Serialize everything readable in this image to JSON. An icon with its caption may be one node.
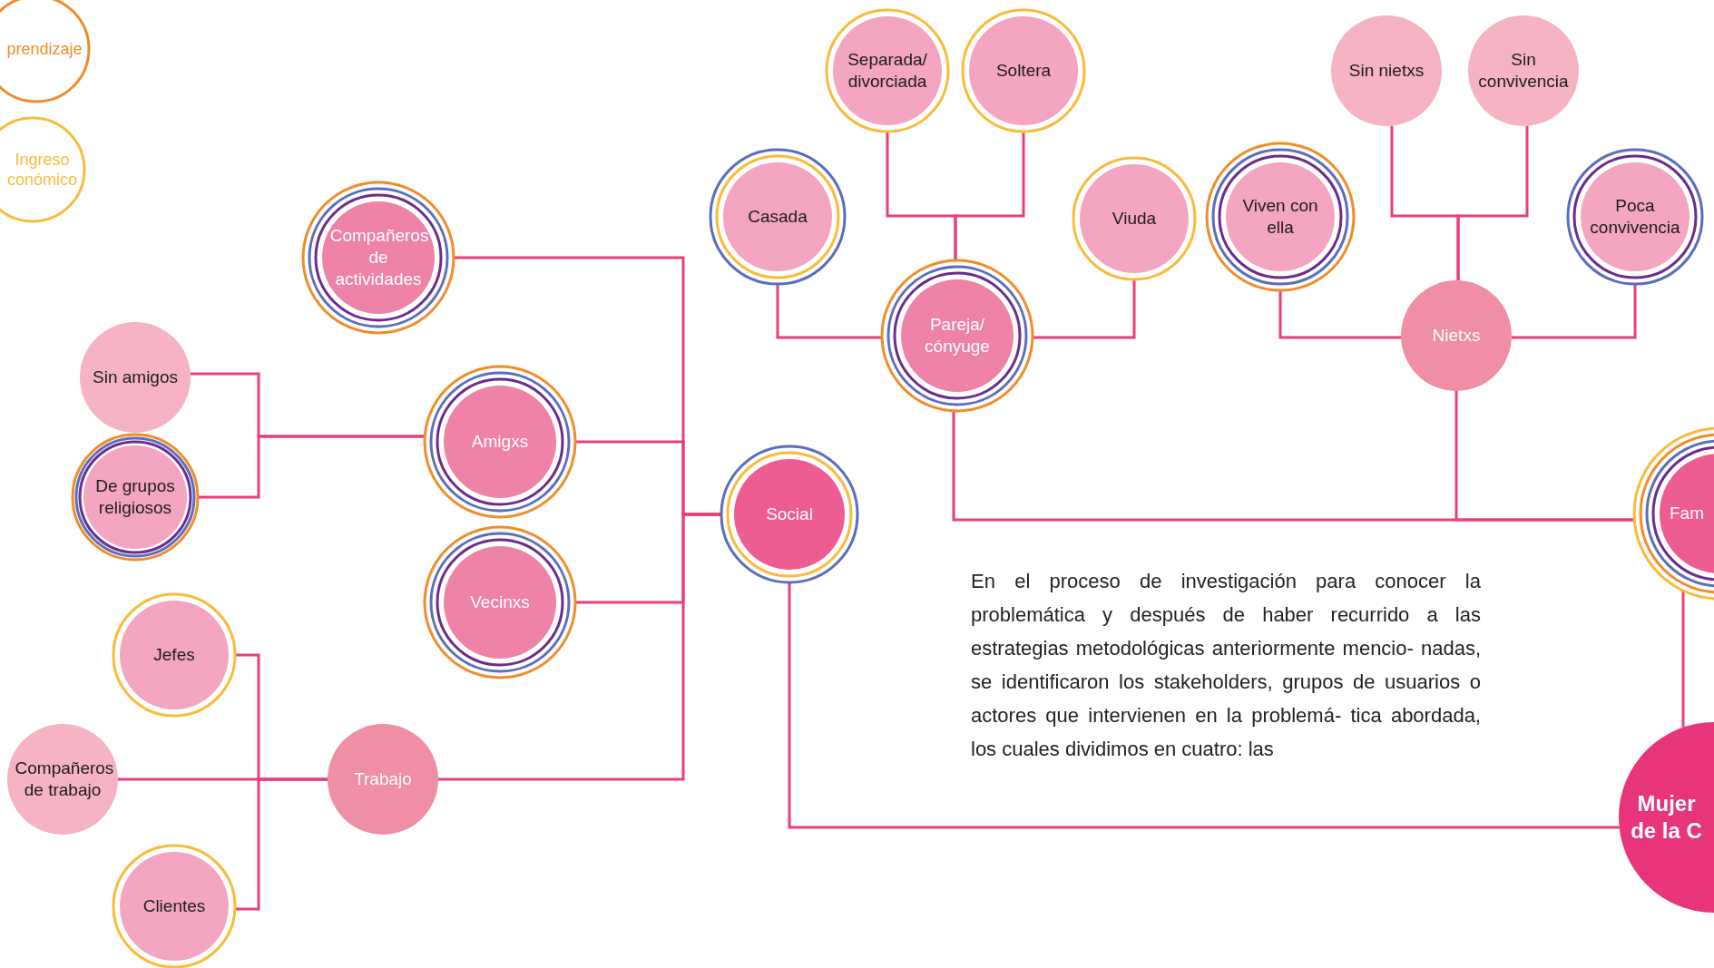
{
  "diagram": {
    "nodes": [
      {
        "text": [
          "prendizaje"
        ]
      },
      {
        "text": [
          "Ingreso conómico"
        ]
      },
      {
        "text": [
          "Compañeros de actividades"
        ]
      },
      {
        "text": [
          "Sin amigos"
        ]
      },
      {
        "text": [
          "De grupos religiosos"
        ]
      },
      {
        "text": [
          "Amigxs"
        ]
      },
      {
        "text": [
          "Vecinxs"
        ]
      },
      {
        "text": [
          "Jefes"
        ]
      },
      {
        "text": [
          "Compañeros de trabajo"
        ]
      },
      {
        "text": [
          "Clientes"
        ]
      },
      {
        "text": [
          "Trabajo"
        ]
      },
      {
        "text": [
          "Social"
        ]
      },
      {
        "text": [
          "Casada"
        ]
      },
      {
        "text": [
          "Separada/ divorciada"
        ]
      },
      {
        "text": [
          "Soltera"
        ]
      },
      {
        "text": [
          "Viuda"
        ]
      },
      {
        "text": [
          "Pareja/ cónyuge"
        ]
      },
      {
        "text": [
          "Viven con ella"
        ]
      },
      {
        "text": [
          "Sin nietxs"
        ]
      },
      {
        "text": [
          "Sin convivencia"
        ]
      },
      {
        "text": [
          "Poca convivencia"
        ]
      },
      {
        "text": [
          "Nietxs"
        ]
      },
      {
        "text": [
          "Fam"
        ]
      },
      {
        "text": [
          "Mujer de la C"
        ]
      }
    ],
    "edges": [
      {
        "from": 2,
        "to": 11,
        "arrow": "none"
      },
      {
        "from": 5,
        "to": 11,
        "arrow": "none"
      },
      {
        "from": 6,
        "to": 11,
        "arrow": "none"
      },
      {
        "from": 10,
        "to": 11,
        "arrow": "none"
      },
      {
        "from": 3,
        "to": 5,
        "arrow": "none"
      },
      {
        "from": 4,
        "to": 5,
        "arrow": "none"
      },
      {
        "from": 7,
        "to": 10,
        "arrow": "none"
      },
      {
        "from": 8,
        "to": 10,
        "arrow": "none"
      },
      {
        "from": 9,
        "to": 10,
        "arrow": "none"
      },
      {
        "from": 11,
        "to": 23,
        "arrow": "none"
      },
      {
        "from": 12,
        "to": 16,
        "arrow": "none"
      },
      {
        "from": 13,
        "to": 16,
        "arrow": "none"
      },
      {
        "from": 14,
        "to": 16,
        "arrow": "none"
      },
      {
        "from": 15,
        "to": 16,
        "arrow": "none"
      },
      {
        "from": 16,
        "to": 22,
        "arrow": "none"
      },
      {
        "from": 21,
        "to": 22,
        "arrow": "none"
      },
      {
        "from": 17,
        "to": 21,
        "arrow": "none"
      },
      {
        "from": 18,
        "to": 21,
        "arrow": "none"
      },
      {
        "from": 19,
        "to": 21,
        "arrow": "none"
      },
      {
        "from": 20,
        "to": 21,
        "arrow": "none"
      },
      {
        "from": 22,
        "to": 23,
        "arrow": "none"
      }
    ],
    "labels": [
      "En el proceso de investigación para conocer la problemática y después de haber recurrido a las estrategias metodológicas anteriormente mencio- nadas, se identificaron los stakeholders, grupos de usuarios o actores que intervienen en la problemá- tica abordada, los cuales dividimos en cuatro: las"
    ]
  }
}
